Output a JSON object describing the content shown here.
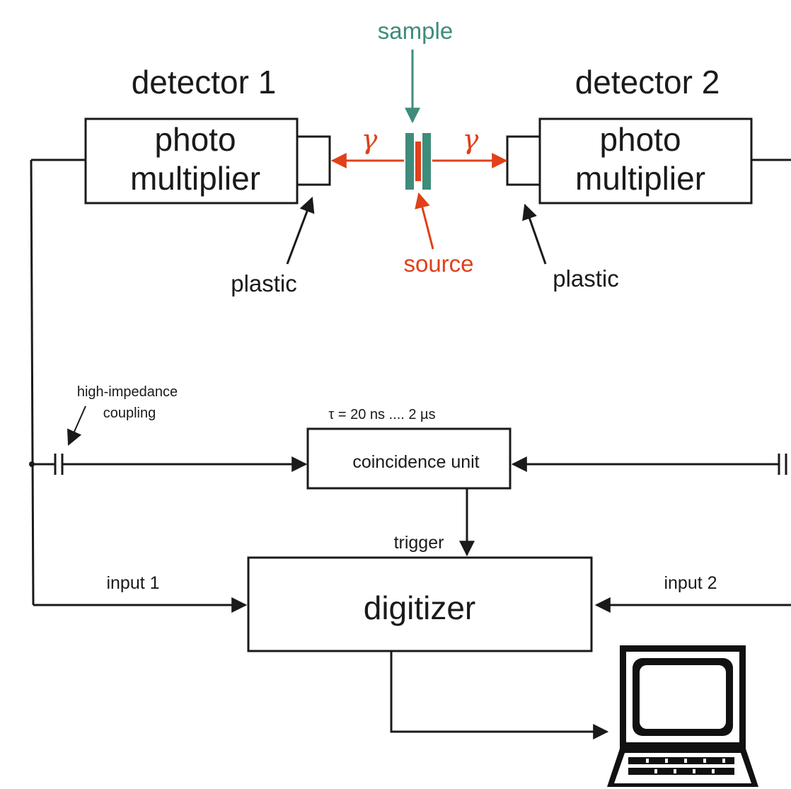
{
  "detectors": {
    "left_title": "detector 1",
    "right_title": "detector 2",
    "pmt_line1": "photo",
    "pmt_line2": "multiplier",
    "plastic_label": "plastic"
  },
  "center": {
    "sample_label": "sample",
    "source_label": "source",
    "gamma_symbol": "γ"
  },
  "coupling": {
    "line1": "high-impedance",
    "line2": "coupling"
  },
  "coincidence": {
    "tau_label": "τ = 20 ns .... 2 µs",
    "box_label": "coincidence unit"
  },
  "digitizer": {
    "trigger_label": "trigger",
    "box_label": "digitizer",
    "input1_label": "input 1",
    "input2_label": "input 2"
  },
  "colors": {
    "sample_teal": "#3e8c7a",
    "source_red": "#e0401a",
    "ink": "#1a1a1a"
  },
  "icons": [
    "computer-icon"
  ]
}
